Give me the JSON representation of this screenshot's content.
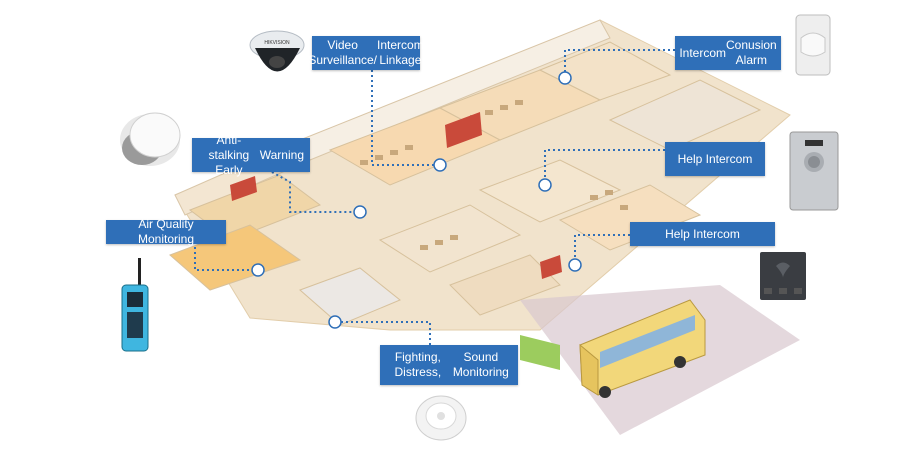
{
  "colors": {
    "label_bg": "#2f6fb8",
    "label_text": "#ffffff",
    "connector": "#2f6fb8",
    "floor": "#f1e3cc",
    "wall": "#f6efe4",
    "bus": "#f2d77a"
  },
  "labels": {
    "video_surveillance": [
      "Video Surveillance/",
      "Intercom Linkage"
    ],
    "intercom_alarm": [
      "Intercom",
      "Conusion Alarm"
    ],
    "anti_stalking": [
      "Anti-stalking Early",
      "Warning"
    ],
    "help_intercom_1": [
      "Help Intercom"
    ],
    "air_quality": [
      "Air Quality Monitoring"
    ],
    "help_intercom_2": [
      "Help Intercom"
    ],
    "fighting_distress": [
      "Fighting, Distress,",
      "Sound Monitoring"
    ]
  },
  "devices": {
    "camera": "dome-camera-icon",
    "motion_sensor": "pir-sensor-icon",
    "ceiling_sensor": "ceiling-air-sensor-icon",
    "intercom_panel": "help-intercom-panel-icon",
    "radio": "walkie-talkie-icon",
    "control_panel": "wall-control-panel-icon",
    "sound_sensor": "sound-detector-icon"
  },
  "camera_brand": "HIKVISION"
}
